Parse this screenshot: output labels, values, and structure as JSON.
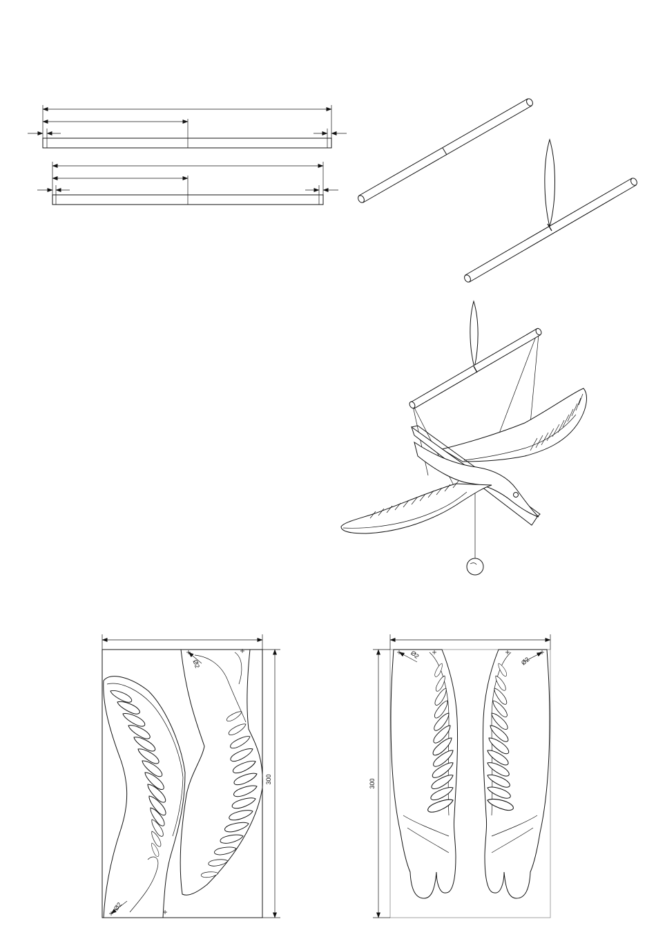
{
  "drawing": {
    "sheet_a": {
      "height_dim": "300",
      "hole_label": "Ø2"
    },
    "sheet_b": {
      "height_dim": "300",
      "hole_label": "Ø2"
    }
  },
  "icons": {
    "arrow": "arrowhead",
    "crosshair": "center-mark",
    "weight": "ball-weight"
  }
}
